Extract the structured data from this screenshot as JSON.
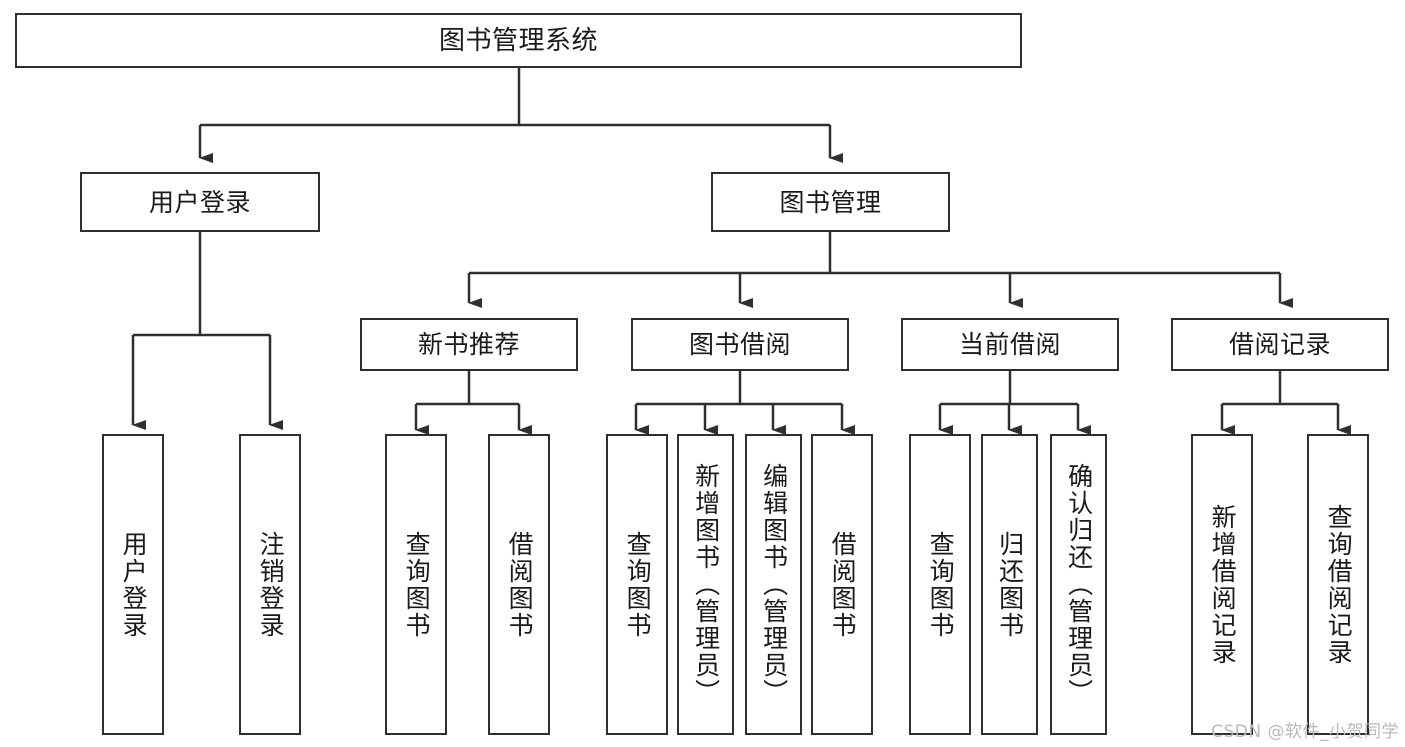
{
  "diagram": {
    "type": "hierarchy-tree",
    "title": "图书管理系统",
    "watermark": "CSDN @软件_小贺同学",
    "colors": {
      "background": "#ffffff",
      "node_fill": "#ffffff",
      "node_stroke": "#2f2f2f",
      "edge": "#2f2f2f",
      "text": "#1a1a1a",
      "watermark": "#b9b9b9"
    },
    "levels": {
      "root": "图书管理系统",
      "level1": [
        "用户登录",
        "图书管理"
      ],
      "level2": [
        "新书推荐",
        "图书借阅",
        "当前借阅",
        "借阅记录"
      ],
      "level3": [
        "用户登录",
        "注销登录",
        "查询图书",
        "借阅图书",
        "查询图书",
        "新增图书（管理员）",
        "编辑图书（管理员）",
        "借阅图书",
        "查询图书",
        "归还图书",
        "确认归还（管理员）",
        "新增借阅记录",
        "查询借阅记录"
      ]
    },
    "nodes": {
      "root": {
        "label": "图书管理系统"
      },
      "user_login": {
        "label": "用户登录"
      },
      "book_manage": {
        "label": "图书管理"
      },
      "new_book_rec": {
        "label": "新书推荐"
      },
      "book_borrow": {
        "label": "图书借阅"
      },
      "current_borrow": {
        "label": "当前借阅"
      },
      "borrow_record": {
        "label": "借阅记录"
      },
      "leaf_user_login": {
        "label": "用户登录"
      },
      "leaf_logout": {
        "label": "注销登录"
      },
      "leaf_query_book_1": {
        "label": "查询图书"
      },
      "leaf_borrow_book_1": {
        "label": "借阅图书"
      },
      "leaf_query_book_2": {
        "label": "查询图书"
      },
      "leaf_add_book": {
        "label": "新增图书（管理员）"
      },
      "leaf_edit_book": {
        "label": "编辑图书（管理员）"
      },
      "leaf_borrow_book_2": {
        "label": "借阅图书"
      },
      "leaf_query_book_3": {
        "label": "查询图书"
      },
      "leaf_return_book": {
        "label": "归还图书"
      },
      "leaf_confirm_return": {
        "label": "确认归还（管理员）"
      },
      "leaf_add_record": {
        "label": "新增借阅记录"
      },
      "leaf_query_record": {
        "label": "查询借阅记录"
      }
    },
    "edges": [
      {
        "from": "root",
        "to": "user_login"
      },
      {
        "from": "root",
        "to": "book_manage"
      },
      {
        "from": "user_login",
        "to": "leaf_user_login"
      },
      {
        "from": "user_login",
        "to": "leaf_logout"
      },
      {
        "from": "book_manage",
        "to": "new_book_rec"
      },
      {
        "from": "book_manage",
        "to": "book_borrow"
      },
      {
        "from": "book_manage",
        "to": "current_borrow"
      },
      {
        "from": "book_manage",
        "to": "borrow_record"
      },
      {
        "from": "new_book_rec",
        "to": "leaf_query_book_1"
      },
      {
        "from": "new_book_rec",
        "to": "leaf_borrow_book_1"
      },
      {
        "from": "book_borrow",
        "to": "leaf_query_book_2"
      },
      {
        "from": "book_borrow",
        "to": "leaf_add_book"
      },
      {
        "from": "book_borrow",
        "to": "leaf_edit_book"
      },
      {
        "from": "book_borrow",
        "to": "leaf_borrow_book_2"
      },
      {
        "from": "current_borrow",
        "to": "leaf_query_book_3"
      },
      {
        "from": "current_borrow",
        "to": "leaf_return_book"
      },
      {
        "from": "current_borrow",
        "to": "leaf_confirm_return"
      },
      {
        "from": "borrow_record",
        "to": "leaf_add_record"
      },
      {
        "from": "borrow_record",
        "to": "leaf_query_record"
      }
    ]
  }
}
